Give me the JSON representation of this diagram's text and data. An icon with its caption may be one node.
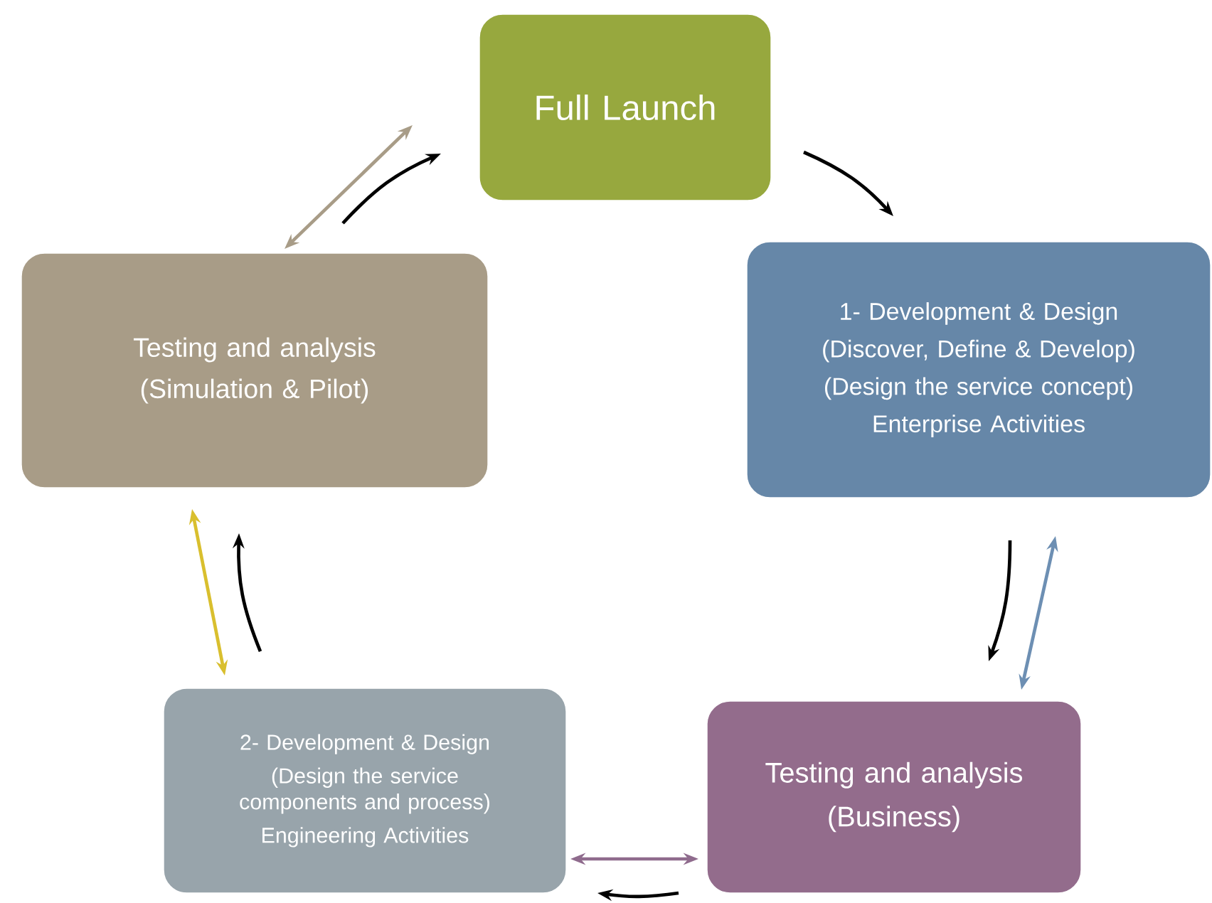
{
  "diagram": {
    "nodes": [
      {
        "text": [
          "Full Launch"
        ]
      },
      {
        "text": [
          "1- Development & Design",
          "(Discover, Define & Develop)",
          "(Design the service concept)",
          "Enterprise Activities"
        ]
      },
      {
        "text": [
          "Testing and analysis",
          "(Business)"
        ]
      },
      {
        "text": [
          "2- Development & Design",
          "(Design the service components and process)",
          "Engineering Activities"
        ]
      },
      {
        "text": [
          "Testing and analysis",
          "(Simulation & Pilot)"
        ]
      }
    ],
    "edges": [
      {
        "from": 0,
        "to": 1,
        "arrow": "to"
      },
      {
        "from": 1,
        "to": 2,
        "arrow": "to"
      },
      {
        "from": 1,
        "to": 2,
        "arrow": "both",
        "color": "#6d8fb3"
      },
      {
        "from": 3,
        "to": 2,
        "arrow": "both",
        "color": "#8f6b8d"
      },
      {
        "from": 2,
        "to": 3,
        "arrow": "to"
      },
      {
        "from": 3,
        "to": 4,
        "arrow": "both",
        "color": "#d9bf2e"
      },
      {
        "from": 3,
        "to": 4,
        "arrow": "to"
      },
      {
        "from": 4,
        "to": 0,
        "arrow": "both",
        "color": "#a89c87"
      },
      {
        "from": 4,
        "to": 0,
        "arrow": "to"
      }
    ]
  }
}
